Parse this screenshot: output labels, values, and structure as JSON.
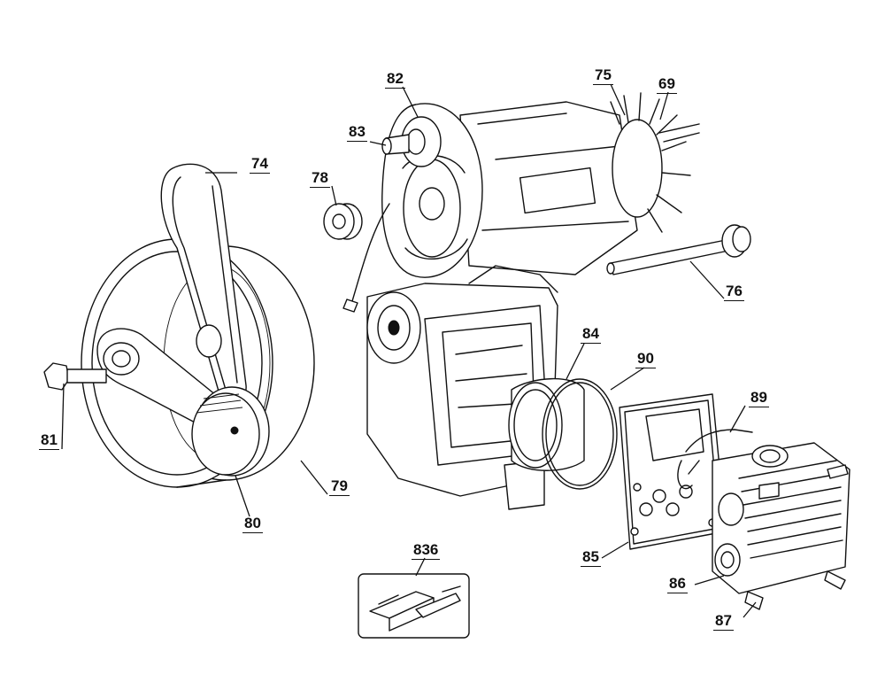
{
  "callouts": {
    "c69": "69",
    "c74": "74",
    "c75": "75",
    "c76": "76",
    "c78": "78",
    "c79": "79",
    "c80": "80",
    "c81": "81",
    "c82": "82",
    "c83": "83",
    "c84": "84",
    "c85": "85",
    "c86": "86",
    "c87": "87",
    "c89": "89",
    "c90": "90",
    "c836": "836"
  }
}
